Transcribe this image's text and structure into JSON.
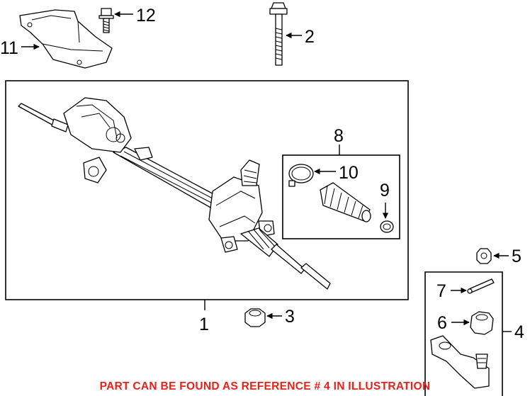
{
  "diagram": {
    "callouts": {
      "c1": "1",
      "c2": "2",
      "c3": "3",
      "c4": "4",
      "c5": "5",
      "c6": "6",
      "c7": "7",
      "c8": "8",
      "c9": "9",
      "c10": "10",
      "c11": "11",
      "c12": "12"
    },
    "notice": {
      "text": "PART CAN BE FOUND AS REFERENCE # 4 IN ILLUSTRATION",
      "color": "#e8211b"
    }
  }
}
